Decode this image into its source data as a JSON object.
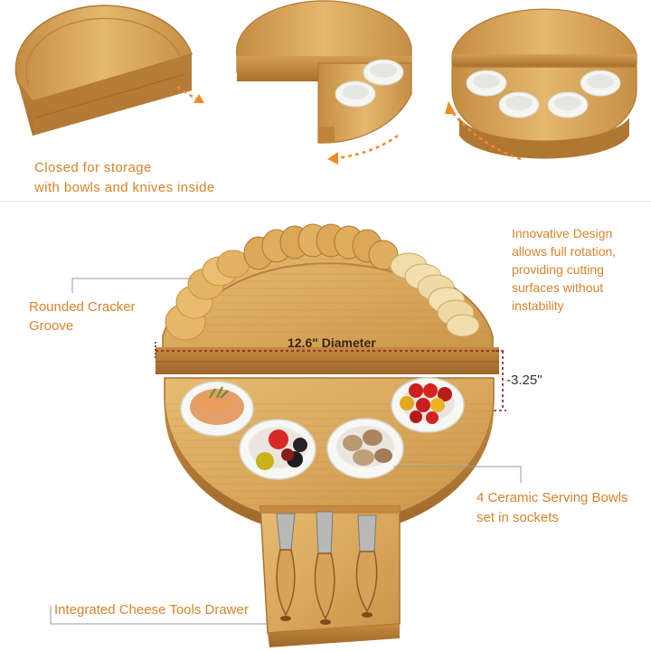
{
  "top_caption": {
    "line1": "Closed for storage",
    "line2": "with bowls and knives inside"
  },
  "callouts": {
    "innovative": {
      "line1": "Innovative Design",
      "line2": "allows full rotation,",
      "line3": "providing cutting",
      "line4": "surfaces without",
      "line5": "instability"
    },
    "cracker": {
      "line1": "Rounded Cracker",
      "line2": "Groove"
    },
    "diameter": "12.6\" Diameter",
    "height": "-3.25\"",
    "bowls": {
      "line1": "4 Ceramic Serving Bowls",
      "line2": "set in sockets"
    },
    "drawer": "Integrated Cheese Tools Drawer"
  },
  "colors": {
    "accent": "#d9832a",
    "bamboo_light": "#e2b46a",
    "bamboo_mid": "#cf9a4e",
    "bamboo_dark": "#a8702f",
    "bowl": "#f7f7f4",
    "arrow": "#f08a24"
  }
}
